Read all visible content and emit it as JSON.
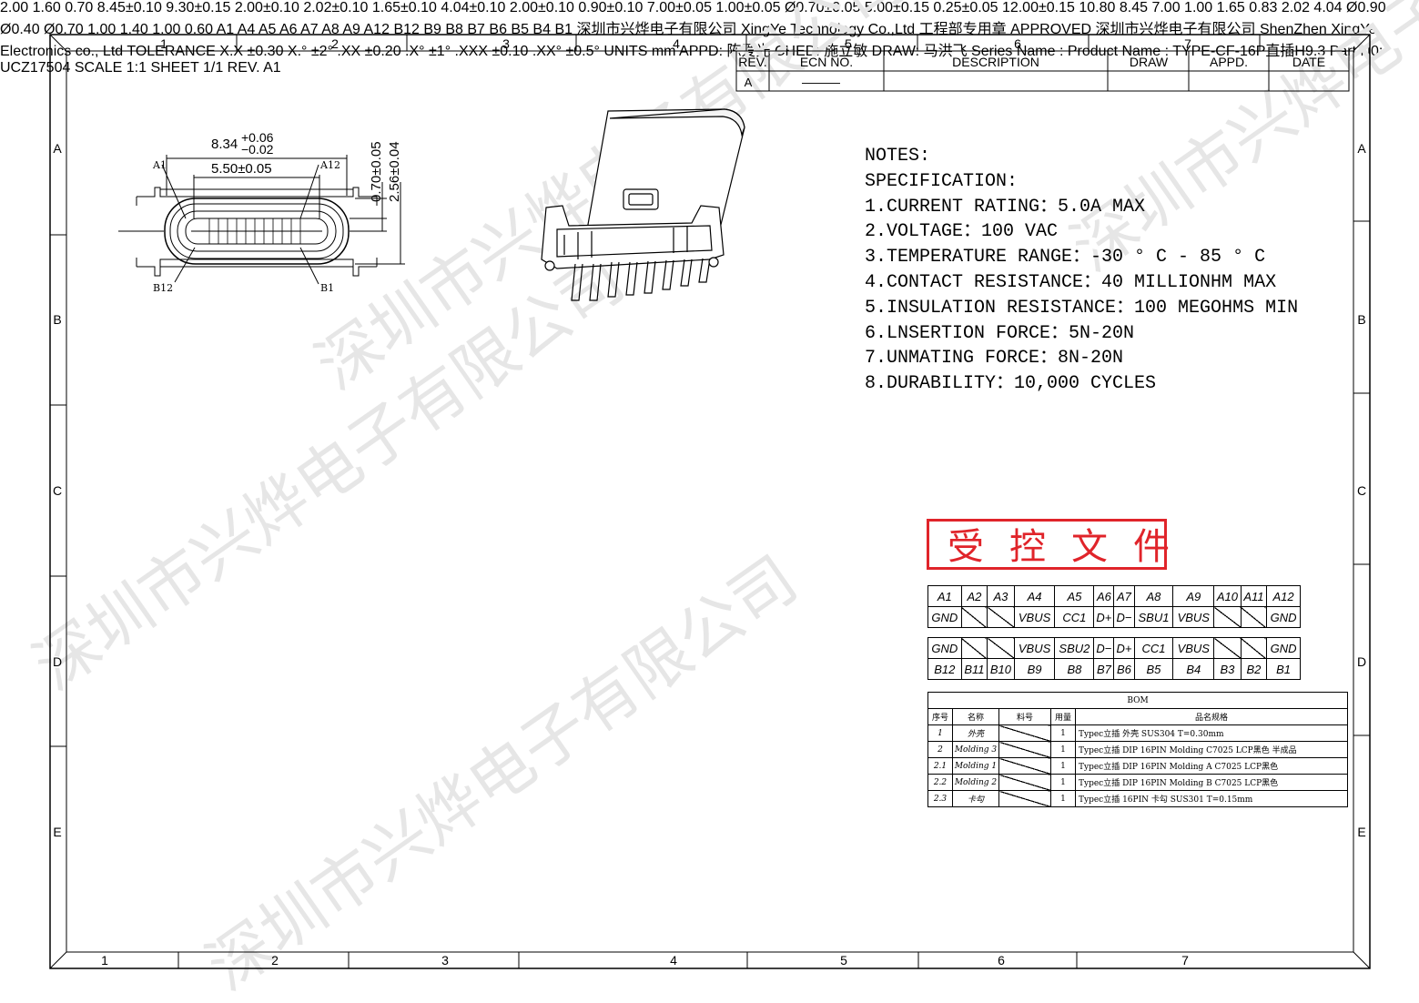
{
  "border": {
    "top_zones": [
      "1",
      "2",
      "3",
      "4",
      "5",
      "6",
      "7"
    ],
    "bottom_zones": [
      "1",
      "2",
      "3",
      "4",
      "5",
      "6",
      "7"
    ],
    "side_zones": [
      "A",
      "B",
      "C",
      "D",
      "E"
    ]
  },
  "revision_table": {
    "headers": [
      "REV.",
      "ECN NO.",
      "DESCRIPTION",
      "DRAW",
      "APPD.",
      "DATE"
    ],
    "row": [
      "A",
      "———",
      "",
      "",
      "",
      ""
    ]
  },
  "notes": [
    "NOTES:",
    "SPECIFICATION:",
    "1.CURRENT RATING：5.0A MAX",
    "2.VOLTAGE：100 VAC",
    "3.TEMPERATURE RANGE：-30 ° C - 85 ° C",
    "4.CONTACT RESISTANCE：40 MILLIONHM MAX",
    "5.INSULATION RESISTANCE：100 MEGOHMS MIN",
    "6.LNSERTION FORCE：5N-20N",
    "7.UNMATING FORCE：8N-20N",
    "8.DURABILITY：10,000 CYCLES"
  ],
  "controlled_stamp": "受控文件",
  "seal": {
    "outer_text": "深圳市兴烨电子有限公司",
    "inner_text": "工程部专用章",
    "approved": "APPROVED",
    "english": "XingYe Technology Co.,Ltd"
  },
  "pin_table": {
    "a_pins": [
      "A1",
      "A2",
      "A3",
      "A4",
      "A5",
      "A6",
      "A7",
      "A8",
      "A9",
      "A10",
      "A11",
      "A12"
    ],
    "a_signals": [
      "GND",
      "",
      "",
      "VBUS",
      "CC1",
      "D+",
      "D−",
      "SBU1",
      "VBUS",
      "",
      "",
      "GND"
    ],
    "b_signals": [
      "GND",
      "",
      "",
      "VBUS",
      "SBU2",
      "D−",
      "D+",
      "CC1",
      "VBUS",
      "",
      "",
      "GND"
    ],
    "b_pins": [
      "B12",
      "B11",
      "B10",
      "B9",
      "B8",
      "B7",
      "B6",
      "B5",
      "B4",
      "B3",
      "B2",
      "B1"
    ]
  },
  "bom": {
    "title": "BOM",
    "headers": [
      "序号",
      "名称",
      "料号",
      "用量",
      "品名规格"
    ],
    "rows": [
      [
        "1",
        "外壳",
        "",
        "1",
        "Typec立插 外壳 SUS304 T=0.30mm"
      ],
      [
        "2",
        "Molding 3",
        "",
        "1",
        "Typec立插 DIP 16PIN Molding C7025 LCP黑色 半成品"
      ],
      [
        "2.1",
        "Molding 1",
        "",
        "1",
        "Typec立插 DIP 16PIN Molding A C7025 LCP黑色"
      ],
      [
        "2.2",
        "Molding 2",
        "",
        "1",
        "Typec立插 DIP 16PIN Molding B C7025 LCP黑色"
      ],
      [
        "2.3",
        "卡勾",
        "",
        "1",
        "Typec立插 16PIN 卡勾 SUS301 T=0.15mm"
      ]
    ]
  },
  "title_block": {
    "company_cn": "深圳市兴烨电子有限公司",
    "company_en": "ShenZhen XingYe Electronics co., Ltd",
    "series_label": "Series Name :",
    "series_value": "",
    "product_label": "Product Name :",
    "product_value": "TYPE-CF-16P直插H9.3",
    "part_label": "Part N0:",
    "part_value": "UCZ17504",
    "tolerance_title": "TOLERANCE",
    "tolerances": [
      [
        "X.X",
        "±0.30",
        "X.°",
        "±2°"
      ],
      [
        ".XX",
        "±0.20",
        ".X°",
        "±1°"
      ],
      [
        ".XXX",
        "±0.10",
        ".XX°",
        "±0.5°"
      ]
    ],
    "units_label": "UNITS",
    "units_value": "mm",
    "appd_label": "APPD:",
    "appd_value": "陈爱光",
    "ched_label": "CHED:",
    "ched_value": "施立敏",
    "draw_label": "DRAW:",
    "draw_value": "马洪飞",
    "scale_label": "SCALE",
    "scale_value": "1:1",
    "sheet_label": "SHEET",
    "sheet_value": "1/1",
    "rev_label": "REV.",
    "rev_value": "A1"
  },
  "front_view": {
    "width_dim": "8.34",
    "tol_plus": "+0.06",
    "tol_minus": "−0.02",
    "inner_dim": "5.50±0.05",
    "height_a": "0.70±0.05",
    "height_b": "2.56±0.04",
    "pin_a1": "A1",
    "pin_a12": "A12",
    "pin_b12": "B12",
    "pin_b1": "B1"
  },
  "side_view_1": {
    "dim_200": "2.00",
    "dim_160": "1.60",
    "dim_070": "0.70",
    "dim_width": "8.45±0.10"
  },
  "side_view_2": {
    "dim_930": "9.30±0.15",
    "dim_200": "2.00±0.10",
    "dim_202": "2.02±0.10",
    "dim_165": "1.65±0.10",
    "dim_404": "4.04±0.10"
  },
  "side_view_3": {
    "dim_200": "2.00±0.10",
    "dim_090": "0.90±0.10"
  },
  "bottom_view": {
    "dim_700": "7.00±0.05",
    "dim_100": "1.00±0.05",
    "dim_hole": "Ø0.70±0.05",
    "dim_500": "5.00±0.15",
    "dim_025": "0.25±0.05",
    "dim_1200": "12.00±0.15"
  },
  "footprint": {
    "dim_1080": "10.80",
    "dim_845": "8.45",
    "dim_700": "7.00",
    "dim_100_top": "1.00",
    "dim_165": "1.65",
    "dim_083": "0.83",
    "dim_202": "2.02",
    "dim_404": "4.04",
    "dim_090": "Ø0.90",
    "dim_040": "Ø0.40",
    "dim_070": "Ø0.70",
    "dim_100_bot": "1.00",
    "dim_140": "1.40",
    "dim_100_v": "1.00",
    "dim_060": "0.60",
    "row_a_labels": "A1 A4 A5 A6   A7 A8 A9 A12",
    "row_b_labels": "B12 B9 B8 B7   B6 B5 B4 B1"
  }
}
